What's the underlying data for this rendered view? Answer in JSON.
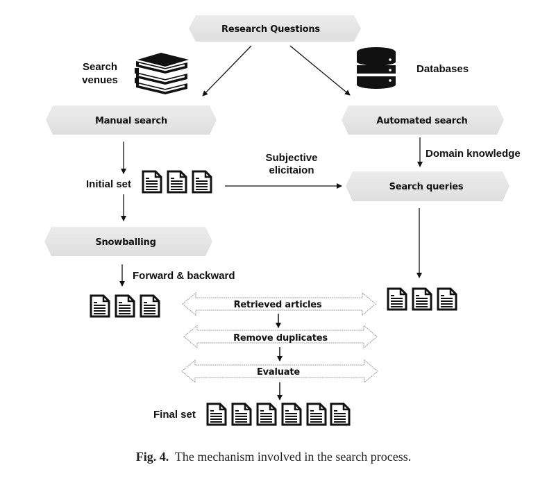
{
  "figure": {
    "nodes": {
      "research_questions": "Research Questions",
      "manual_search": "Manual search",
      "automated_search": "Automated search",
      "search_queries": "Search queries",
      "snowballing": "Snowballing",
      "retrieved_articles": "Retrieved articles",
      "remove_duplicates": "Remove duplicates",
      "evaluate": "Evaluate"
    },
    "labels": {
      "search_venues_line1": "Search",
      "search_venues_line2": "venues",
      "databases": "Databases",
      "domain_knowledge": "Domain knowledge",
      "initial_set": "Initial set",
      "subjective_line1": "Subjective",
      "subjective_line2": "elicitaion",
      "forward_backward": "Forward & backward",
      "final_set": "Final set"
    },
    "icons": {
      "search_venues": "books-stack-icon",
      "databases": "database-icon",
      "document": "document-icon"
    },
    "document_counts": {
      "initial_set": 3,
      "snowballing_result": 3,
      "automated_result": 3,
      "final_set": 6
    },
    "colors": {
      "node_fill": "#e6e6e6",
      "arrow_band_fill": "#ffffff",
      "ink": "#111111"
    }
  },
  "caption": {
    "label": "Fig. 4.",
    "text": "The mechanism involved in the search process."
  }
}
